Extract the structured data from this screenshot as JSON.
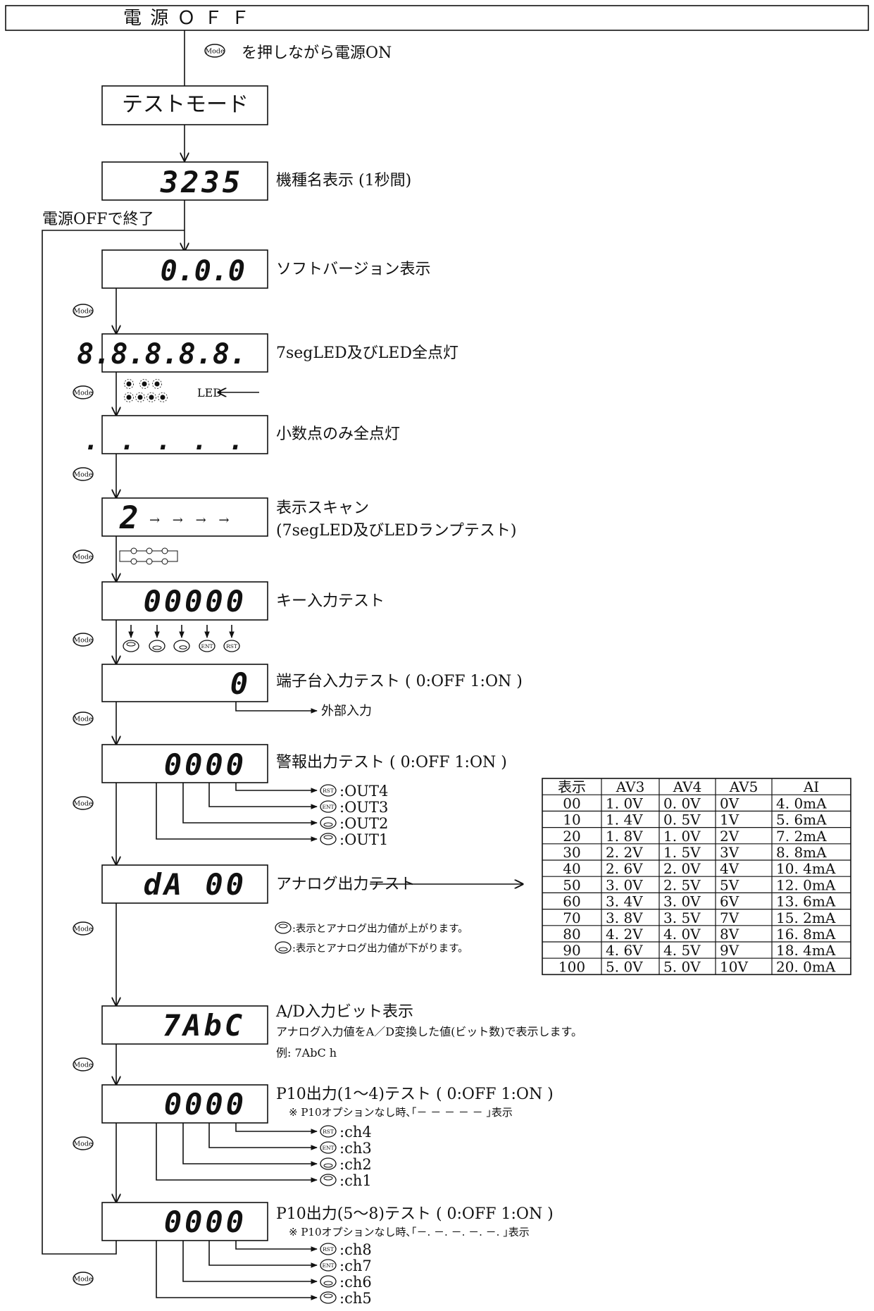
{
  "top_label": "電 源 Ｏ Ｆ Ｆ",
  "power_on_instruction": "を押しながら電源ON",
  "test_mode_label": "テストモード",
  "exit_label": "電源OFFで終了",
  "key_labels": {
    "mode": "Mode",
    "ent": "ENT",
    "rst": "RST"
  },
  "steps": [
    {
      "display": "3235",
      "desc": "機種名表示 (1秒間)"
    },
    {
      "display": "0.0.0",
      "desc": "ソフトバージョン表示"
    },
    {
      "display": "8.8.8.8.8.",
      "desc": "7segLED及びLED全点灯",
      "led_label": "LED"
    },
    {
      "display": ". . . . .",
      "desc": "小数点のみ全点灯"
    },
    {
      "display": "2",
      "display_arrows": "→ → → →",
      "desc": "表示スキャン",
      "desc2": "(7segLED及びLEDランプテスト)"
    },
    {
      "display": "00000",
      "desc": "キー入力テスト"
    },
    {
      "display": "0",
      "desc": "端子台入力テスト ( 0:OFF 1:ON )",
      "out_label": "外部入力"
    },
    {
      "display": "0000",
      "desc": "警報出力テスト ( 0:OFF 1:ON )",
      "outputs": [
        ":OUT4",
        ":OUT3",
        ":OUT2",
        ":OUT1"
      ]
    },
    {
      "display": "dA  00",
      "desc": "アナログ出力テスト",
      "note_up": ":表示とアナログ出力値が上がります。",
      "note_down": ":表示とアナログ出力値が下がります。"
    },
    {
      "display": "7AbC",
      "desc": "A/D入力ビット表示",
      "desc2": "アナログ入力値をA／D変換した値(ビット数)で表示します。",
      "desc3": "例: 7AbC h"
    },
    {
      "display": "0000",
      "desc": "P10出力(1～4)テスト ( 0:OFF 1:ON )",
      "note": "※ P10オプションなし時､｢－ － － － － ｣表示",
      "outputs": [
        ":ch4",
        ":ch3",
        ":ch2",
        ":ch1"
      ]
    },
    {
      "display": "0000",
      "desc": "P10出力(5～8)テスト ( 0:OFF 1:ON )",
      "note": "※ P10オプションなし時､｢－. －. －. －. －. ｣表示",
      "outputs": [
        ":ch8",
        ":ch7",
        ":ch6",
        ":ch5"
      ]
    }
  ],
  "analog_table": {
    "headers": [
      "表示",
      "AV3",
      "AV4",
      "AV5",
      "AI"
    ],
    "rows": [
      [
        "00",
        "1. 0V",
        "0. 0V",
        "0V",
        "4. 0mA"
      ],
      [
        "10",
        "1. 4V",
        "0. 5V",
        "1V",
        "5. 6mA"
      ],
      [
        "20",
        "1. 8V",
        "1. 0V",
        "2V",
        "7. 2mA"
      ],
      [
        "30",
        "2. 2V",
        "1. 5V",
        "3V",
        "8. 8mA"
      ],
      [
        "40",
        "2. 6V",
        "2. 0V",
        "4V",
        "10. 4mA"
      ],
      [
        "50",
        "3. 0V",
        "2. 5V",
        "5V",
        "12. 0mA"
      ],
      [
        "60",
        "3. 4V",
        "3. 0V",
        "6V",
        "13. 6mA"
      ],
      [
        "70",
        "3. 8V",
        "3. 5V",
        "7V",
        "15. 2mA"
      ],
      [
        "80",
        "4. 2V",
        "4. 0V",
        "8V",
        "16. 8mA"
      ],
      [
        "90",
        "4. 6V",
        "4. 5V",
        "9V",
        "18. 4mA"
      ],
      [
        "100",
        "5. 0V",
        "5. 0V",
        "10V",
        "20. 0mA"
      ]
    ]
  }
}
